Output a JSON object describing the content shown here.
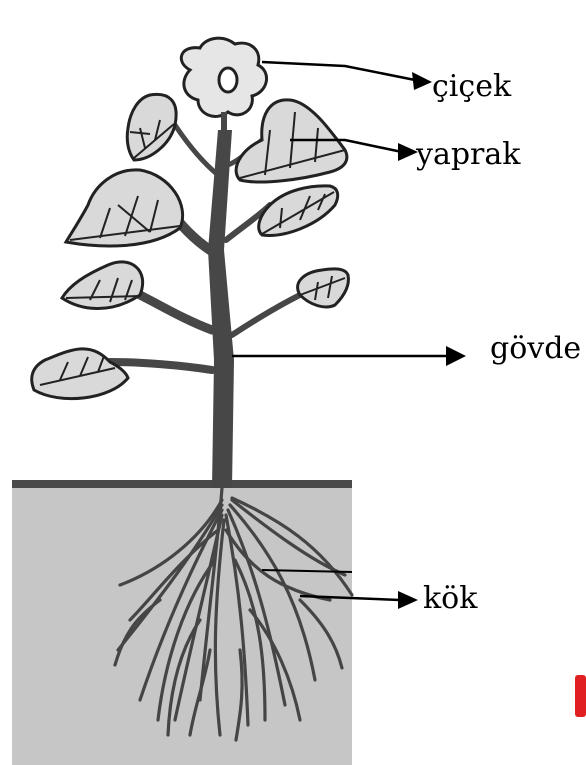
{
  "labels": {
    "flower": "çiçek",
    "leaf": "yaprak",
    "stem": "gövde",
    "root": "kök"
  },
  "colors": {
    "soil": "#c6c6c6",
    "soil_line": "#4a4a4a",
    "leaf_fill": "#d9d9d9",
    "flower_fill": "#e6e6e6",
    "stem": "#474747",
    "root": "#454545",
    "ink": "#000000",
    "corner_mark": "#e02020"
  }
}
